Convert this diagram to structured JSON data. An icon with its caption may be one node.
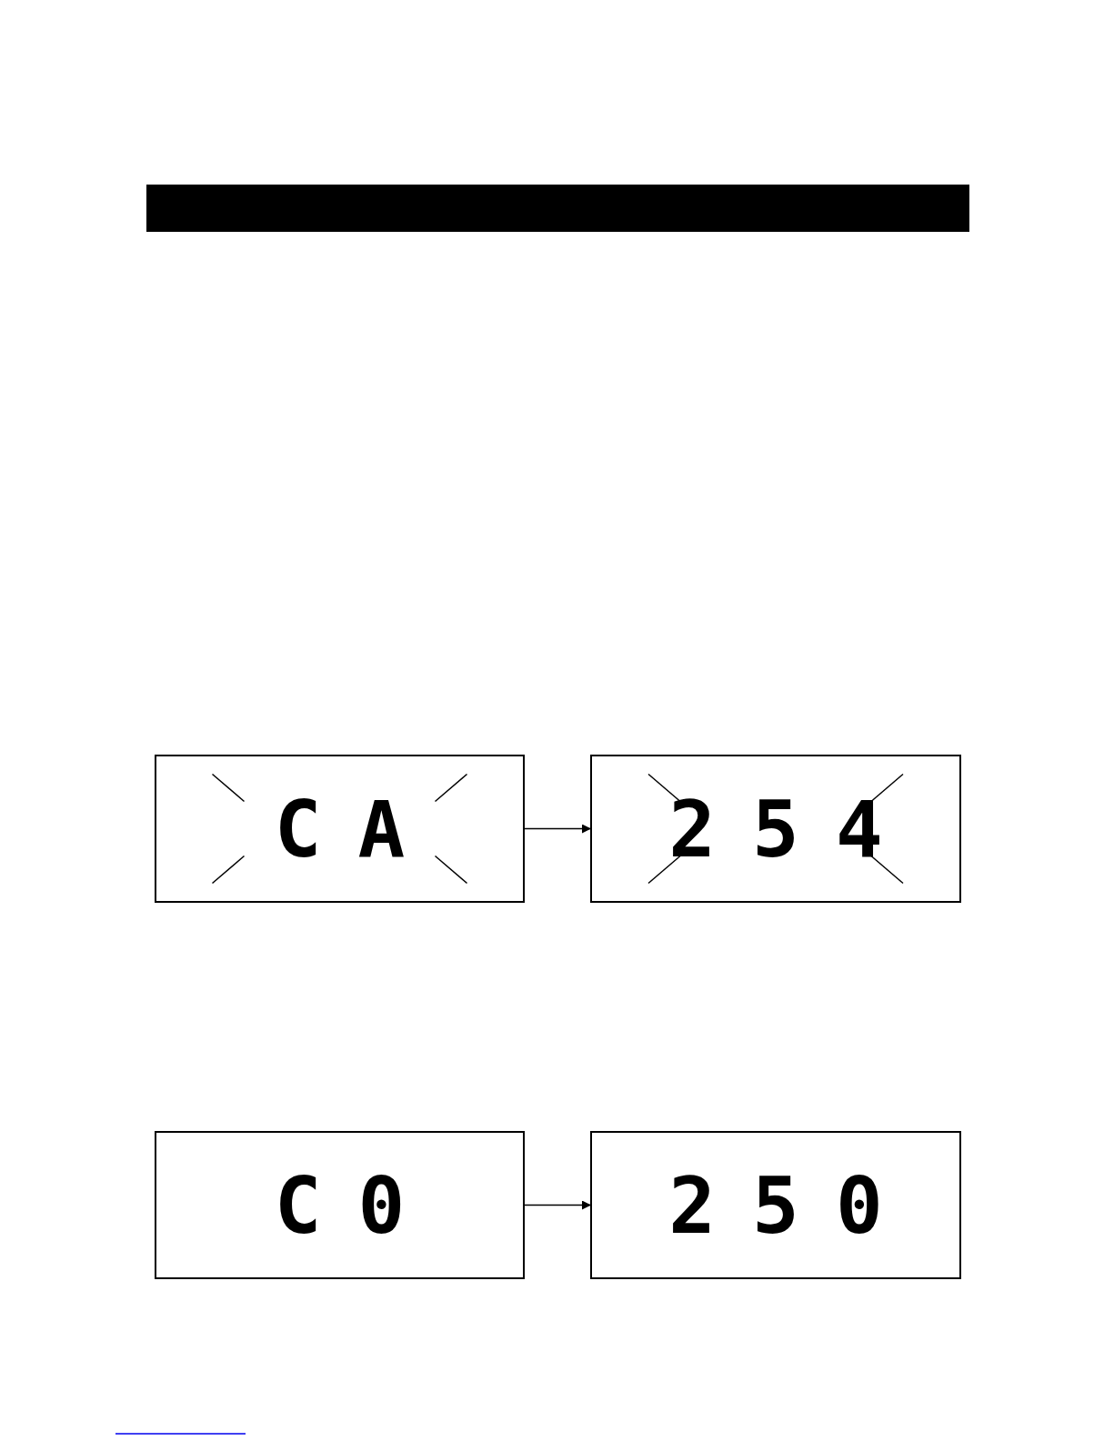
{
  "diagram": {
    "nodes": [
      {
        "text": [
          "CA"
        ]
      },
      {
        "text": [
          "254"
        ]
      },
      {
        "text": [
          "C0"
        ]
      },
      {
        "text": [
          "250"
        ]
      }
    ],
    "edges": [
      {
        "from": 0,
        "to": 1,
        "arrow": "to"
      },
      {
        "from": 2,
        "to": 3,
        "arrow": "to"
      }
    ]
  }
}
